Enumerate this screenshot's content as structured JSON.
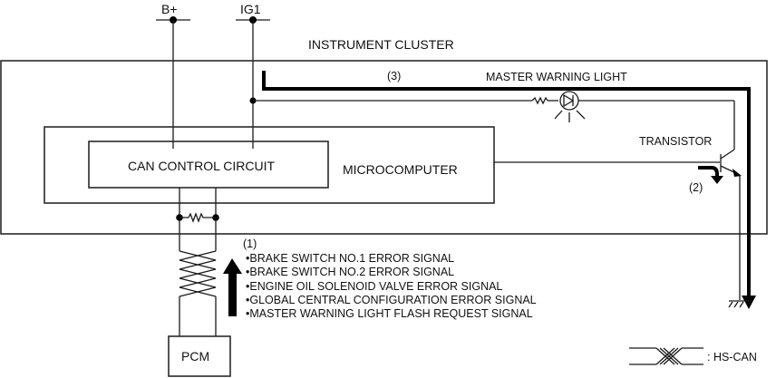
{
  "diagram": {
    "supplies": {
      "battery": "B+",
      "ignition": "IG1"
    },
    "blocks": {
      "instrument_cluster": "INSTRUMENT CLUSTER",
      "microcomputer": "MICROCOMPUTER",
      "can_control_circuit": "CAN CONTROL CIRCUIT",
      "pcm": "PCM"
    },
    "components": {
      "master_warning_light": "MASTER WARNING LIGHT",
      "transistor": "TRANSISTOR"
    },
    "steps": {
      "step1": "(1)",
      "step2": "(2)",
      "step3": "(3)"
    },
    "signals": [
      "•BRAKE SWITCH NO.1 ERROR SIGNAL",
      "•BRAKE SWITCH NO.2 ERROR SIGNAL",
      "•ENGINE OIL SOLENOID VALVE ERROR SIGNAL",
      "•GLOBAL CENTRAL CONFIGURATION ERROR SIGNAL",
      "•MASTER WARNING LIGHT FLASH REQUEST SIGNAL"
    ],
    "legend": {
      "hs_can": ": HS-CAN"
    }
  }
}
